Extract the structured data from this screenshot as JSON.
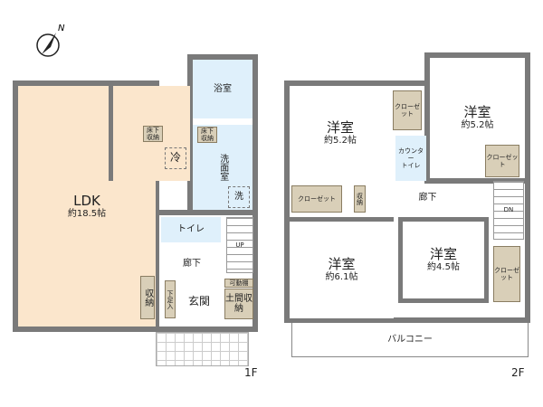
{
  "compass": {
    "label": "N"
  },
  "floor1": {
    "label": "1F",
    "ldk": {
      "name": "LDK",
      "size": "約18.5帖"
    },
    "bath": "浴室",
    "underfloor_storage_1": "床下収納",
    "underfloor_storage_2": "床下収納",
    "fridge": "冷",
    "washroom": "洗面室",
    "washer": "洗",
    "toilet": "トイレ",
    "hallway": "廊下",
    "stairs": "UP",
    "shoe_storage": "下足入",
    "storage": "収納",
    "entrance": "玄関",
    "movable_shelf": "可動棚",
    "earth_floor_storage": "土間収納"
  },
  "floor2": {
    "label": "2F",
    "room_top_left": {
      "name": "洋室",
      "size": "約5.2帖"
    },
    "room_top_right": {
      "name": "洋室",
      "size": "約5.2帖"
    },
    "room_bottom_left": {
      "name": "洋室",
      "size": "約6.1帖"
    },
    "room_bottom_right": {
      "name": "洋室",
      "size": "約4.5帖"
    },
    "closet_1": "クローゼット",
    "closet_2": "クローゼット",
    "closet_3": "クローゼット",
    "closet_4": "クローゼット",
    "counter": "カウンター",
    "toilet": "トイレ",
    "storage": "収納",
    "hallway": "廊下",
    "stairs": "DN",
    "balcony": "バルコニー"
  }
}
